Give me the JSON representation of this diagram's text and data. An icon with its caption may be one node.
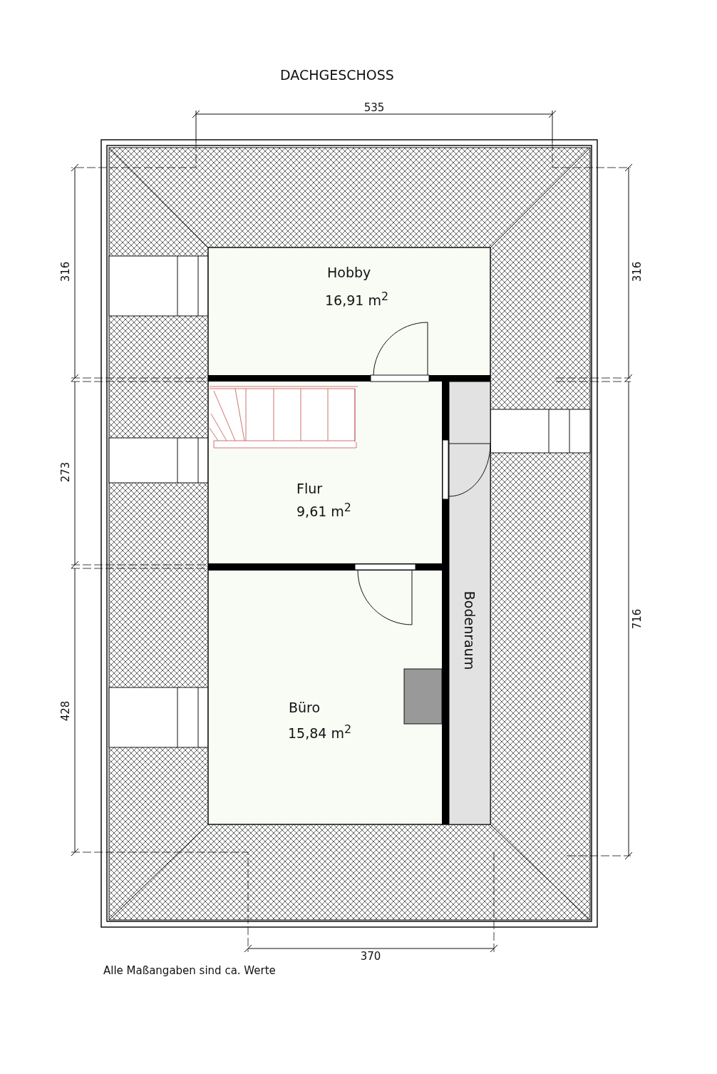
{
  "diagram": {
    "title": "DACHGESCHOSS",
    "nodes": [
      {
        "text": [
          "Hobby",
          "16,91 m$^{2}$"
        ]
      },
      {
        "text": [
          "Flur",
          "9,61 m$^{2}$"
        ]
      },
      {
        "text": [
          "Büro",
          "15,84 m$^{2}$"
        ]
      },
      {
        "text": [
          "Bodenraum"
        ]
      }
    ],
    "labels": [
      "535",
      "316",
      "316",
      "273",
      "716",
      "428",
      "370",
      "Alle Maßangaben sind ca. Werte"
    ]
  }
}
